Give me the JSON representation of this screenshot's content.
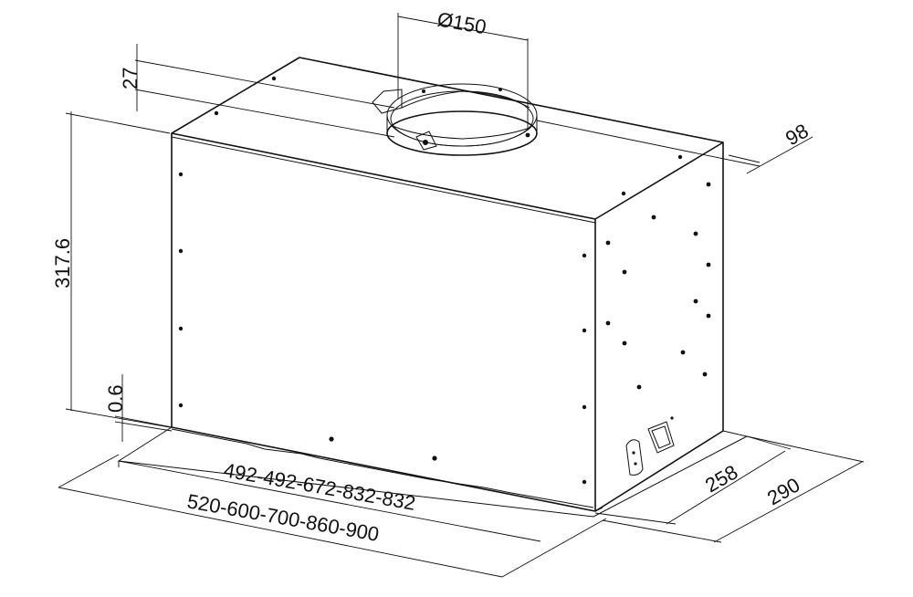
{
  "dimensions": {
    "duct_diameter": "Ø150",
    "collar_height": "27",
    "collar_offset": "98",
    "height": "317.6",
    "bottom_gap": "0.6",
    "inner_width": "492-492-672-832-832",
    "outer_width": "520-600-700-860-900",
    "inner_depth": "258",
    "outer_depth": "290"
  }
}
